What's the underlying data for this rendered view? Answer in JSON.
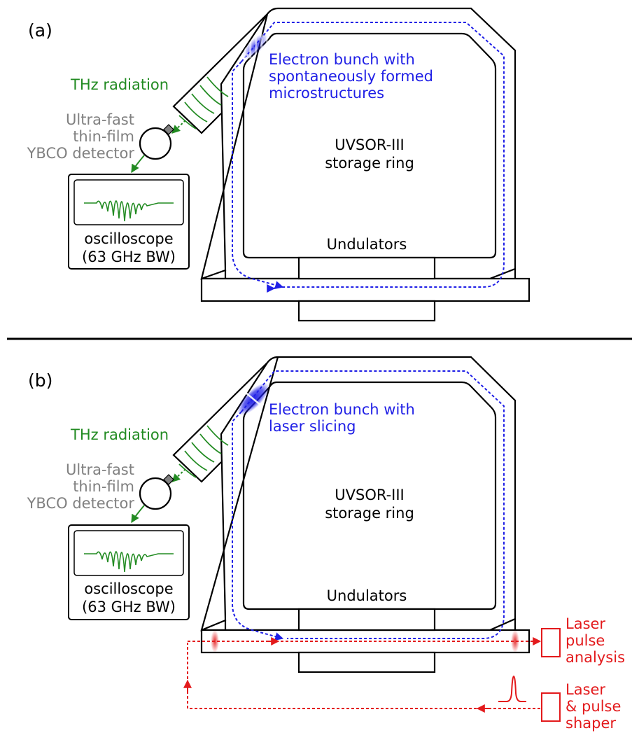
{
  "colors": {
    "stroke": "#000000",
    "electron": "#1f1fe6",
    "thz": "#228b22",
    "detector_text": "#808080",
    "laser": "#e31a1c"
  },
  "panel_a": {
    "label": "(a)",
    "thz_label": "THz radiation",
    "electron_label": [
      "Electron bunch with",
      "spontaneously formed",
      "microstructures"
    ],
    "ring_label": [
      "UVSOR-III",
      "storage ring"
    ],
    "detector_label": [
      "Ultra-fast",
      "thin-film",
      "YBCO detector"
    ],
    "scope_label": [
      "oscilloscope",
      "(63 GHz BW)"
    ],
    "undulators_label": "Undulators"
  },
  "panel_b": {
    "label": "(b)",
    "thz_label": "THz radiation",
    "electron_label": [
      "Electron bunch with",
      "laser slicing"
    ],
    "ring_label": [
      "UVSOR-III",
      "storage ring"
    ],
    "detector_label": [
      "Ultra-fast",
      "thin-film",
      "YBCO detector"
    ],
    "scope_label": [
      "oscilloscope",
      "(63 GHz BW)"
    ],
    "undulators_label": "Undulators",
    "analysis_label": [
      "Laser",
      "pulse",
      "analysis"
    ],
    "shaper_label": [
      "Laser",
      "& pulse",
      "shaper"
    ]
  }
}
